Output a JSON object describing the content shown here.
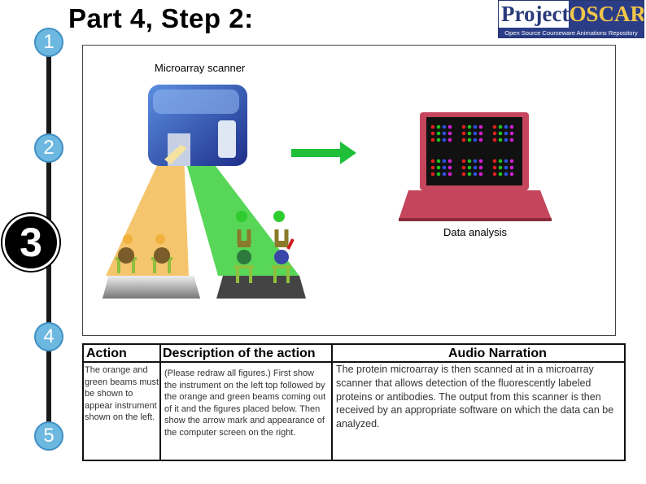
{
  "header": {
    "title": "Part 4, Step 2:"
  },
  "logo": {
    "word1": "Project",
    "word2": "OSCAR",
    "tagline": "Open Source Courseware Animations Repository"
  },
  "steps": [
    "1",
    "2",
    "3",
    "4",
    "5"
  ],
  "figure": {
    "scanner_label": "Microarray scanner",
    "analysis_label": "Data analysis"
  },
  "table": {
    "action_header": "Action",
    "description_header": "Description of the action",
    "audio_header": "Audio Narration",
    "action_text": "The orange and green beams must be shown to appear instrument shown on the left.",
    "description_text": "(Please redraw all figures.) First show the instrument on the left top followed by the orange and green beams coming out of it and the figures placed below. Then show the arrow mark and appearance of the computer screen on the right.",
    "audio_text": "The protein microarray is then scanned at in a microarray scanner that allows detection of the fluorescently labeled proteins or antibodies. The output from this scanner is then received by an appropriate software on which the data can be analyzed."
  },
  "colors": {
    "step_circle": "#6cb8e0",
    "active_step": "#000000",
    "orange_beam": "#f2b13c",
    "green_beam": "#2ecc2e",
    "arrow": "#1fbf3a",
    "laptop": "#c4455c"
  },
  "icons": [
    "microarray-scanner-icon",
    "orange-beam-icon",
    "green-beam-icon",
    "arrow-right-icon",
    "laptop-icon",
    "antibody-icon",
    "protein-icon",
    "slide-icon"
  ]
}
